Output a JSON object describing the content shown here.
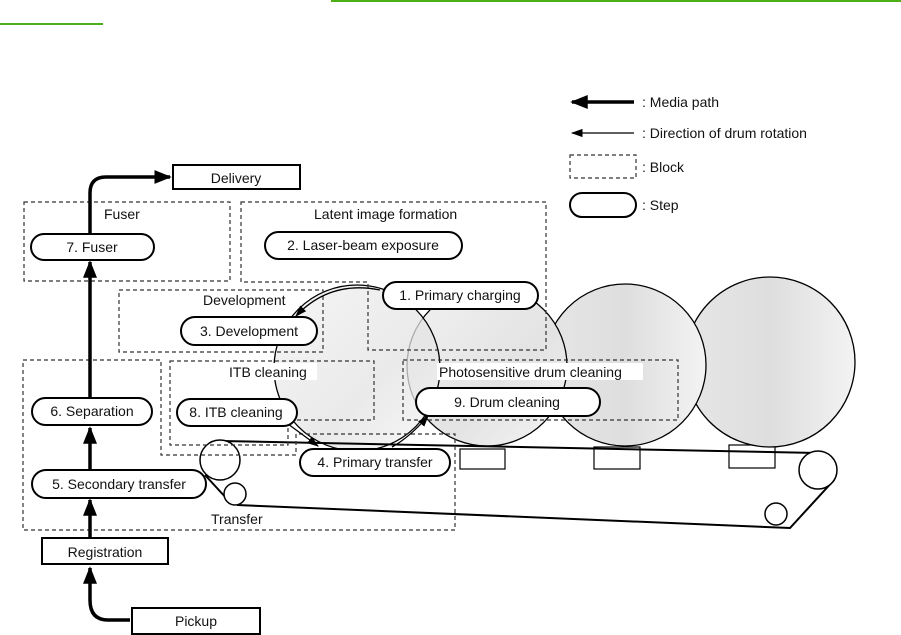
{
  "header_rules": {
    "color": "#4caf1a"
  },
  "legend": {
    "media_path": ": Media path",
    "drum_rotation": ": Direction of drum rotation",
    "block": ": Block",
    "step": ": Step"
  },
  "boxes": {
    "delivery": "Delivery",
    "registration": "Registration",
    "pickup": "Pickup"
  },
  "blocks": {
    "fuser": "Fuser",
    "latent": "Latent image formation",
    "development": "Development",
    "itb_cleaning": "ITB cleaning",
    "drum_cleaning": "Photosensitive drum cleaning",
    "transfer": "Transfer"
  },
  "steps": {
    "s1": "1. Primary charging",
    "s2": "2. Laser-beam exposure",
    "s3": "3. Development",
    "s4": "4. Primary transfer",
    "s5": "5. Secondary transfer",
    "s6": "6. Separation",
    "s7": "7. Fuser",
    "s8": "8. ITB cleaning",
    "s9": "9. Drum cleaning"
  }
}
